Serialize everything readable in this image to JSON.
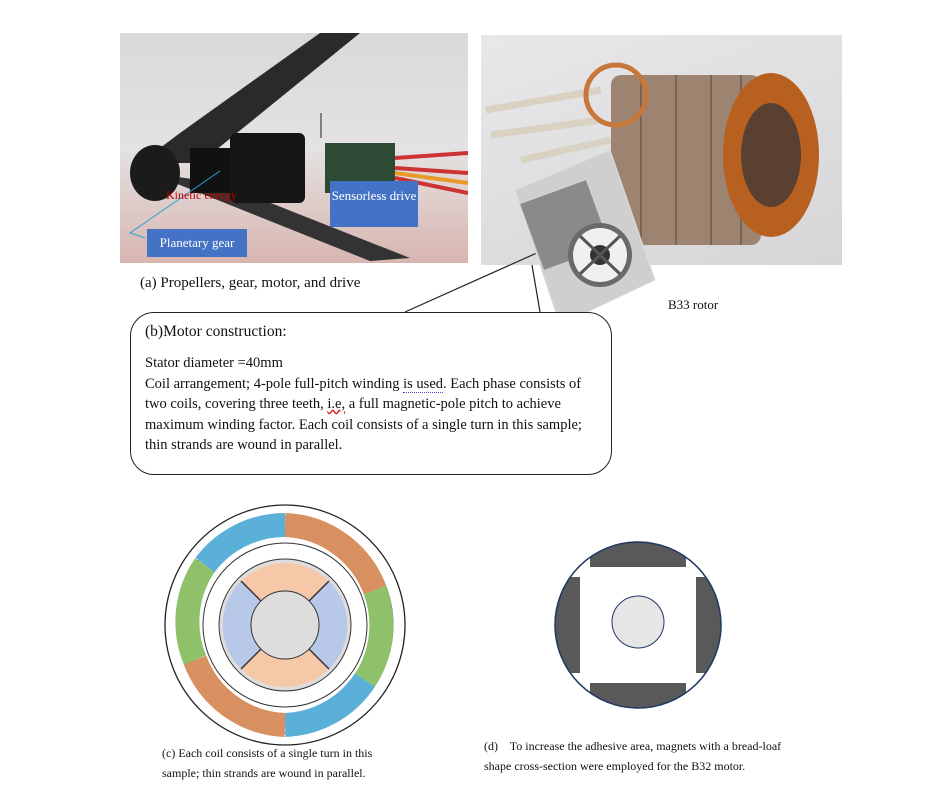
{
  "figure_a": {
    "labels": {
      "kinetic_energy": "Kinetic energy",
      "sensorless_drive": "Sensorless drive",
      "planetary_gear": "Planetary gear"
    },
    "caption": "(a) Propellers, gear, motor, and drive"
  },
  "figure_b": {
    "rotor_label": "B33 rotor",
    "callout": {
      "title": "(b)Motor construction:",
      "line1": "Stator diameter =40mm",
      "body_pre": "Coil arrangement; 4-pole full-pitch winding ",
      "body_dotted": "is used",
      "body_mid": ". Each phase consists of two coils, covering three teeth, ",
      "body_wavy": "i.e,",
      "body_post": " a full magnetic-pole pitch to achieve maximum winding factor. Each coil consists of a single turn in this sample; thin strands are wound in parallel."
    }
  },
  "figure_c": {
    "caption_line1": "(c)  Each coil consists of a single turn in this",
    "caption_line2": "sample; thin strands are wound in parallel."
  },
  "figure_d": {
    "caption_line1": "(d)    To increase the adhesive area, magnets with a bread-loaf",
    "caption_line2": "shape cross-section were employed for the B32 motor."
  },
  "colors": {
    "label_blue": "#4472c4",
    "kinetic_red": "#c00000",
    "copper": "#c8773a"
  }
}
